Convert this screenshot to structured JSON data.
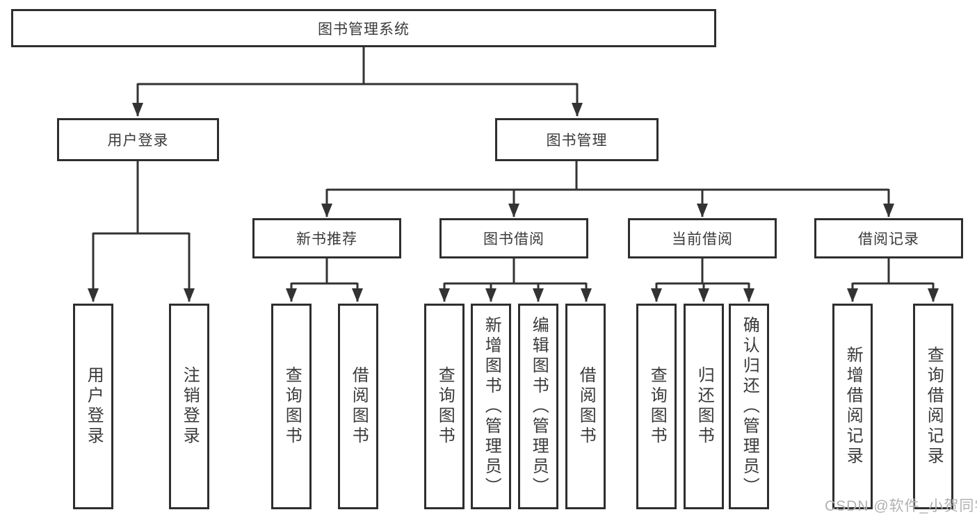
{
  "colors": {
    "background": "#ffffff",
    "line": "#333333",
    "box_border": "#2e2e2e",
    "text": "#3a3a3a",
    "watermark": "#b1b1b1"
  },
  "tree": {
    "root": {
      "label": "图书管理系统",
      "children": [
        {
          "label": "用户登录",
          "children": [
            {
              "label": "用户登录"
            },
            {
              "label": "注销登录"
            }
          ]
        },
        {
          "label": "图书管理",
          "children": [
            {
              "label": "新书推荐",
              "children": [
                {
                  "label": "查询图书"
                },
                {
                  "label": "借阅图书"
                }
              ]
            },
            {
              "label": "图书借阅",
              "children": [
                {
                  "label": "查询图书"
                },
                {
                  "label": "新增图书（管理员）"
                },
                {
                  "label": "编辑图书（管理员）"
                },
                {
                  "label": "借阅图书"
                }
              ]
            },
            {
              "label": "当前借阅",
              "children": [
                {
                  "label": "查询图书"
                },
                {
                  "label": "归还图书"
                },
                {
                  "label": "确认归还（管理员）"
                }
              ]
            },
            {
              "label": "借阅记录",
              "children": [
                {
                  "label": "新增借阅记录"
                },
                {
                  "label": "查询借阅记录"
                }
              ]
            }
          ]
        }
      ]
    }
  },
  "watermark": {
    "text": "CSDN @软件_小贺同学"
  }
}
